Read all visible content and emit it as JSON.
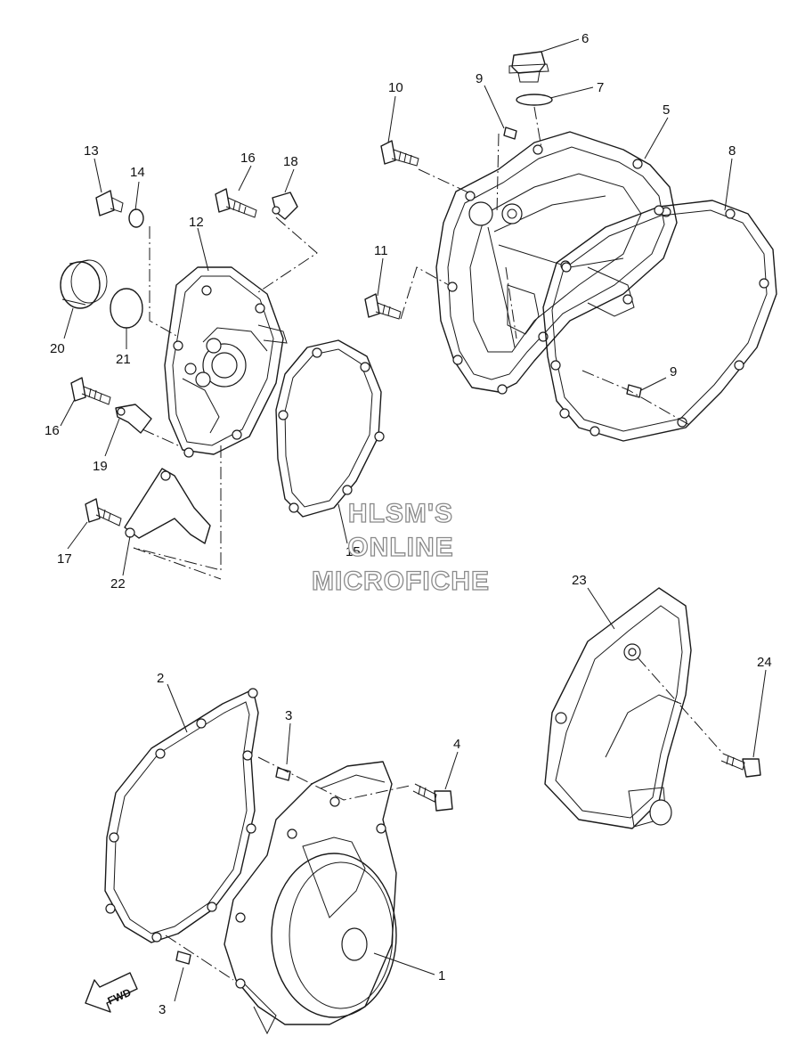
{
  "callouts": {
    "c1": "1",
    "c2": "2",
    "c3a": "3",
    "c3b": "3",
    "c4": "4",
    "c5": "5",
    "c6": "6",
    "c7": "7",
    "c8": "8",
    "c9a": "9",
    "c9b": "9",
    "c10": "10",
    "c11": "11",
    "c12": "12",
    "c13": "13",
    "c14": "14",
    "c15": "15",
    "c16a": "16",
    "c16b": "16",
    "c17": "17",
    "c18": "18",
    "c19": "19",
    "c20": "20",
    "c21": "21",
    "c22": "22",
    "c23": "23",
    "c24": "24"
  },
  "watermark": {
    "line1": "HLSM'S",
    "line2": "ONLINE",
    "line3": "MICROFICHE"
  },
  "direction_marker": {
    "label": "FWD",
    "icon": "forward-arrow-icon"
  },
  "colors": {
    "line": "#1a1a1a",
    "watermark_outline": "#8a8a8a",
    "background": "#ffffff"
  }
}
